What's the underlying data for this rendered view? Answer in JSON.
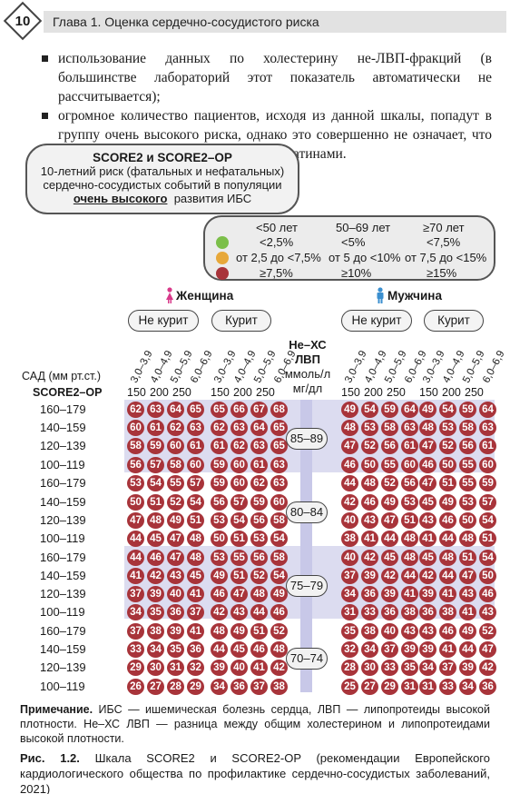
{
  "header": {
    "page_number": "10",
    "chapter_title": "Глава 1. Оценка сердечно-сосудистого риска"
  },
  "bullets": [
    "использование данных по холестерину не-ЛВП-фракций (в большинстве лабораторий этот показатель автоматически не рассчитывается);",
    "огромное количество пациентов, исходя из данной шкалы, попадут в группу очень высокого риска, однако это совершенно не означает, что всем необходимо назначать терапию статинами."
  ],
  "score_box": {
    "title": "SCORE2 и SCORE2–OP",
    "line1": "10-летний риск (фатальных и нефатальных)",
    "line2": "сердечно-сосудистых событий в популяции",
    "line3_bold": "очень высокого",
    "line3_rest": "развития ИБС"
  },
  "legend": {
    "ages": [
      "<50 лет",
      "50–69 лет",
      "≥70 лет"
    ],
    "rows": [
      {
        "color": "#7cbf4a",
        "cells": [
          "<2,5%",
          "<5%",
          "<7,5%"
        ]
      },
      {
        "color": "#e7a83a",
        "cells": [
          "от 2,5 до <7,5%",
          "от 5 до <10%",
          "от 7,5 до <15%"
        ]
      },
      {
        "color": "#a8343a",
        "cells": [
          "≥7,5%",
          "≥10%",
          "≥15%"
        ]
      }
    ]
  },
  "sexes": {
    "female": "Женщина",
    "male": "Мужчина",
    "female_color": "#d8398a",
    "male_color": "#3b8fcf"
  },
  "smoking": {
    "non": "Не курит",
    "smoker": "Курит"
  },
  "chol_labels": [
    "3,0–3,9",
    "4,0–4,9",
    "5,0–5,9",
    "6,0–6,9"
  ],
  "ldl_header": {
    "l1": "Не–ХС",
    "l2": "ЛВП",
    "l3": "ммоль/л",
    "l4": "мг/дл"
  },
  "axis": {
    "sad": "САД (мм рт.ст.)",
    "score": "SCORE2–OP",
    "mgdl": [
      "150",
      "200",
      "250"
    ]
  },
  "bp_labels": [
    "160–179",
    "140–159",
    "120–139",
    "100–119"
  ],
  "age_groups": [
    "85–89",
    "80–84",
    "75–79",
    "70–74"
  ],
  "table": [
    [
      [
        62,
        63,
        64,
        65
      ],
      [
        65,
        66,
        67,
        68
      ],
      [
        49,
        54,
        59,
        64
      ],
      [
        49,
        54,
        59,
        64
      ]
    ],
    [
      [
        60,
        61,
        62,
        63
      ],
      [
        62,
        63,
        64,
        65
      ],
      [
        48,
        53,
        58,
        63
      ],
      [
        48,
        53,
        58,
        63
      ]
    ],
    [
      [
        58,
        59,
        60,
        61
      ],
      [
        61,
        62,
        63,
        65
      ],
      [
        47,
        52,
        56,
        61
      ],
      [
        47,
        52,
        56,
        61
      ]
    ],
    [
      [
        56,
        57,
        58,
        60
      ],
      [
        59,
        60,
        61,
        63
      ],
      [
        46,
        50,
        55,
        60
      ],
      [
        46,
        50,
        55,
        60
      ]
    ],
    [
      [
        53,
        54,
        55,
        57
      ],
      [
        59,
        60,
        62,
        63
      ],
      [
        44,
        48,
        52,
        56
      ],
      [
        47,
        51,
        55,
        59
      ]
    ],
    [
      [
        50,
        51,
        52,
        54
      ],
      [
        56,
        57,
        59,
        60
      ],
      [
        42,
        46,
        49,
        53
      ],
      [
        45,
        49,
        53,
        57
      ]
    ],
    [
      [
        47,
        48,
        49,
        51
      ],
      [
        53,
        54,
        56,
        58
      ],
      [
        40,
        43,
        47,
        51
      ],
      [
        43,
        46,
        50,
        54
      ]
    ],
    [
      [
        44,
        45,
        47,
        48
      ],
      [
        50,
        51,
        53,
        54
      ],
      [
        38,
        41,
        44,
        48
      ],
      [
        41,
        44,
        48,
        51
      ]
    ],
    [
      [
        44,
        46,
        47,
        48
      ],
      [
        53,
        55,
        56,
        58
      ],
      [
        40,
        42,
        45,
        48
      ],
      [
        45,
        48,
        51,
        54
      ]
    ],
    [
      [
        41,
        42,
        43,
        45
      ],
      [
        49,
        51,
        52,
        54
      ],
      [
        37,
        39,
        42,
        44
      ],
      [
        42,
        44,
        47,
        50
      ]
    ],
    [
      [
        37,
        39,
        40,
        41
      ],
      [
        46,
        47,
        48,
        49
      ],
      [
        34,
        36,
        39,
        41
      ],
      [
        39,
        41,
        43,
        46
      ]
    ],
    [
      [
        34,
        35,
        36,
        37
      ],
      [
        42,
        43,
        44,
        46
      ],
      [
        31,
        33,
        36,
        38
      ],
      [
        36,
        38,
        41,
        43
      ]
    ],
    [
      [
        37,
        38,
        39,
        41
      ],
      [
        48,
        49,
        51,
        52
      ],
      [
        35,
        38,
        40,
        43
      ],
      [
        43,
        46,
        49,
        52
      ]
    ],
    [
      [
        33,
        34,
        35,
        36
      ],
      [
        44,
        45,
        46,
        48
      ],
      [
        32,
        34,
        37,
        39
      ],
      [
        39,
        41,
        44,
        47
      ]
    ],
    [
      [
        29,
        30,
        31,
        32
      ],
      [
        39,
        40,
        41,
        42
      ],
      [
        28,
        30,
        33,
        35
      ],
      [
        34,
        37,
        39,
        42
      ]
    ],
    [
      [
        26,
        27,
        28,
        29
      ],
      [
        34,
        36,
        37,
        38
      ],
      [
        25,
        27,
        29,
        31
      ],
      [
        31,
        33,
        34,
        36
      ]
    ]
  ],
  "note": {
    "bold": "Примечание.",
    "text": " ИБС — ишемическая болезнь сердца, ЛВП — липопротеиды высокой плотности. Не–ХС ЛВП — разница между общим холестерином и липопротеидами высокой плотности."
  },
  "caption": {
    "bold": "Рис. 1.2.",
    "text": " Шкала SCORE2 и SCORE2-OP (рекомендации Европейского кардиологического общества по профилактике сердечно-сосудистых заболеваний, 2021)"
  }
}
